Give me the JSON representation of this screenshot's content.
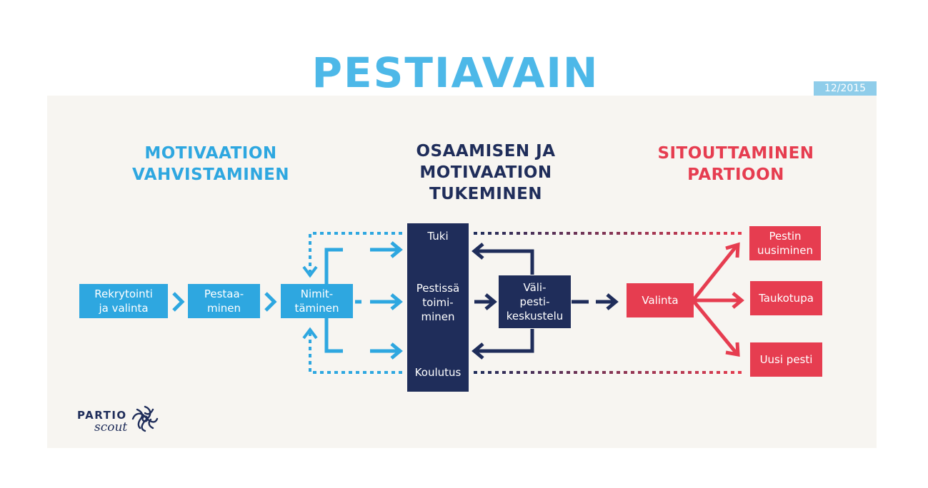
{
  "title": "PESTIAVAIN",
  "date_badge": "12/2015",
  "headings": {
    "motivation": "MOTIVAATION\nVAHVISTAMINEN",
    "support": "OSAAMISEN JA\nMOTIVAATION\nTUKEMINEN",
    "commitment": "SITOUTTAMINEN\nPARTIOON"
  },
  "boxes": {
    "recruit": "Rekrytointi\nja valinta",
    "pestaaminen": "Pestaa-\nminen",
    "nimittaminen": "Nimit-\ntäminen",
    "tuki": "Tuki",
    "pestissa": "Pestissä\ntoimi-\nminen",
    "koulutus": "Koulutus",
    "valipesti": "Väli-\npesti-\nkeskustelu",
    "valinta": "Valinta",
    "uusiminen": "Pestin\nuusiminen",
    "taukotupa": "Taukotupa",
    "uusi_pesti": "Uusi pesti"
  },
  "logo": {
    "line1": "PARTIO",
    "line2": "scout"
  },
  "colors": {
    "blue": "#2ea7e0",
    "navy": "#1f2d5a",
    "red": "#e63d50",
    "title_blue": "#4db8e8",
    "panel": "#f7f5f1"
  }
}
